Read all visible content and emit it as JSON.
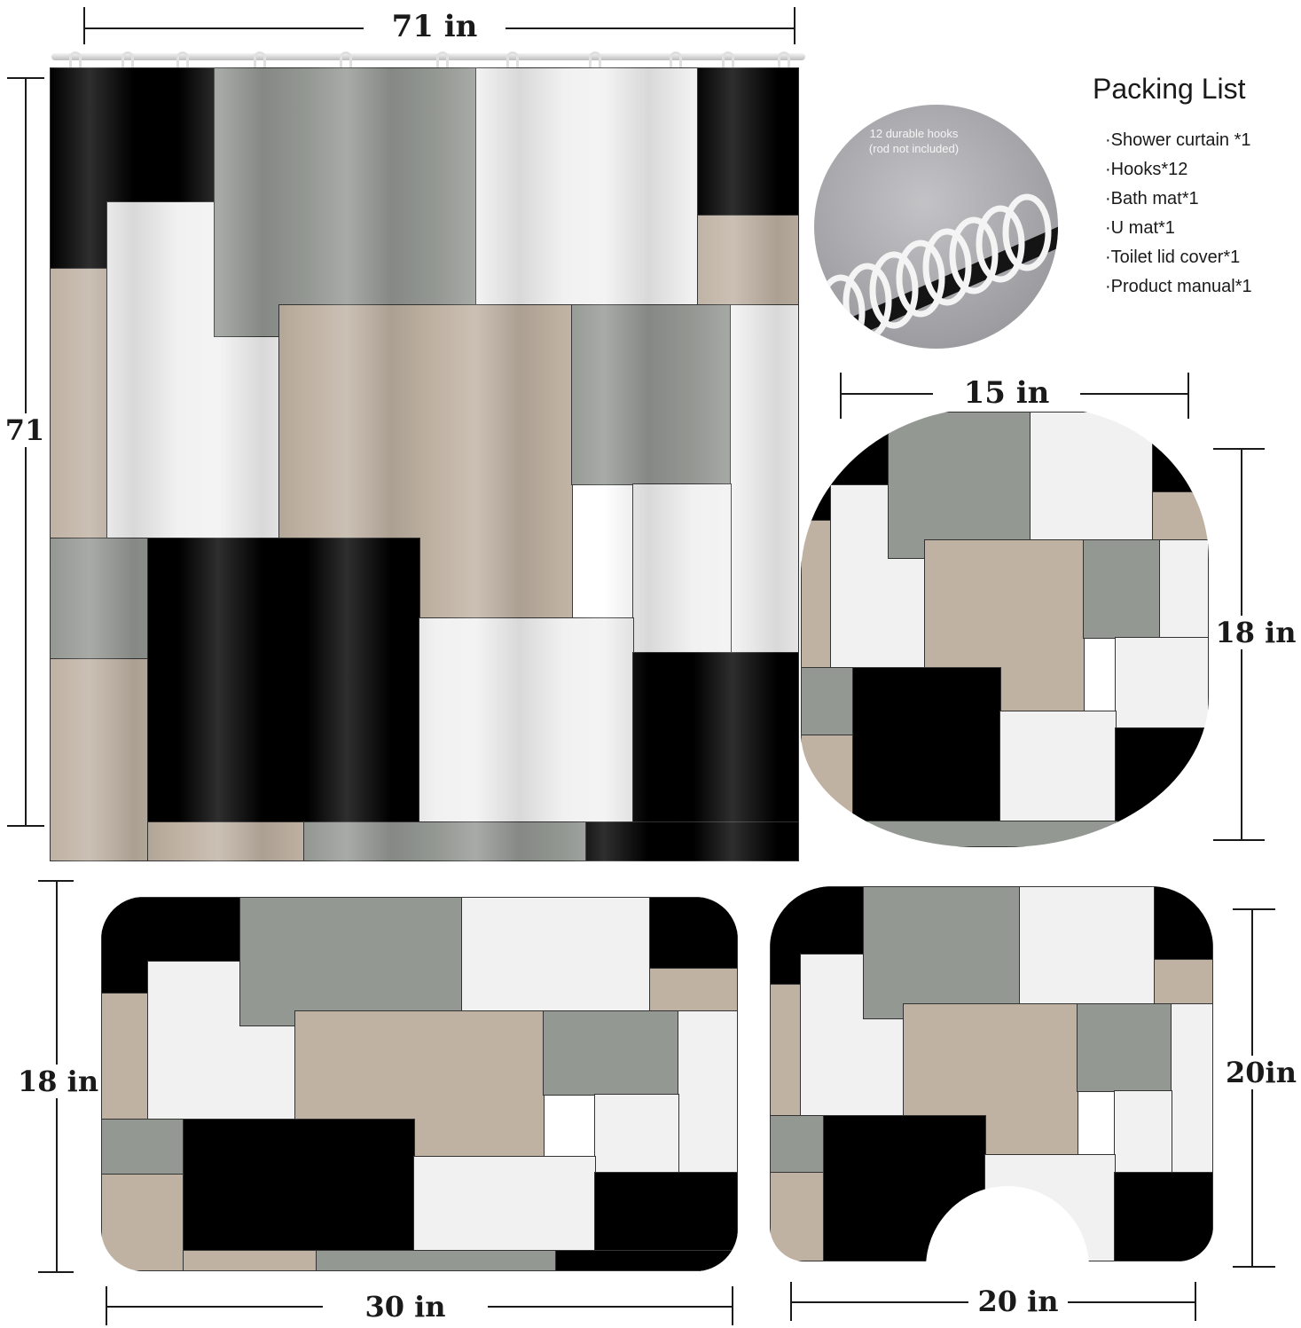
{
  "dimensions": {
    "curtain_width": "71  in",
    "curtain_height": "71",
    "lid_width": "15  in",
    "lid_height": "18 in",
    "bath_mat_height": "18 in",
    "bath_mat_width": "30 in",
    "u_mat_height": "20in",
    "u_mat_width": "20 in"
  },
  "hooks_caption": {
    "line1": "12 durable hooks",
    "line2": "(rod not included)"
  },
  "packing": {
    "title": "Packing List",
    "items": [
      "·Shower curtain *1",
      "·Hooks*12",
      "·Bath mat*1",
      "·U mat*1",
      "·Toilet lid cover*1",
      "·Product manual*1"
    ]
  },
  "colors": {
    "black": "#000000",
    "gray": "#949893",
    "white": "#f1f1f1",
    "tan": "#bfb2a3"
  }
}
